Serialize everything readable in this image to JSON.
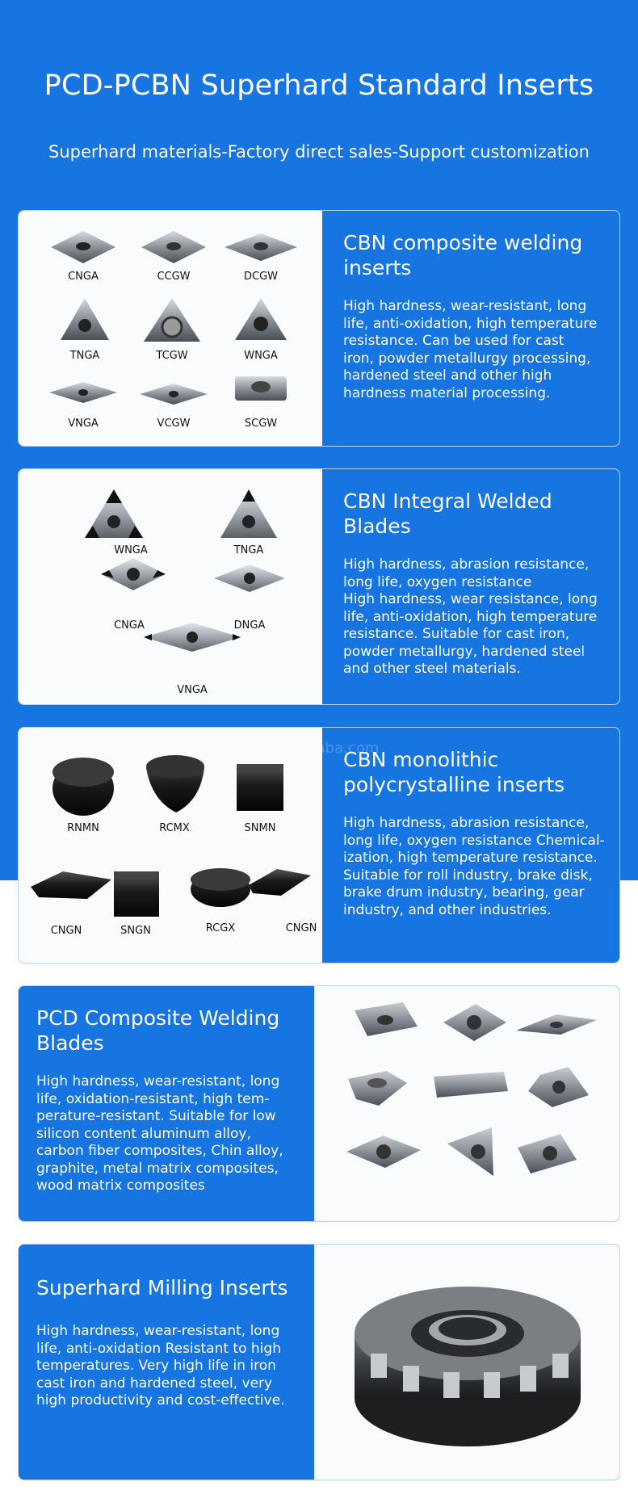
{
  "header": {
    "title": "PCD-PCBN Superhard Standard Inserts",
    "subtitle": "Superhard materials-Factory direct sales-Support customization"
  },
  "watermark": "hnlzcy.en.alibaba.com",
  "cards": [
    {
      "title": "CBN composite welding\ninserts",
      "body": "High hardness, wear-resistant, long\nlife, anti-oxidation, high temperature\nresistance. Can be used for cast\niron, powder metallurgy processing,\nhardened steel and other high\nhardness material processing.",
      "labels": [
        "CNGA",
        "CCGW",
        "DCGW",
        "TNGA",
        "TCGW",
        "WNGA",
        "VNGA",
        "VCGW",
        "SCGW"
      ]
    },
    {
      "title": "CBN Integral Welded\nBlades",
      "body": "High hardness, abrasion resistance,\nlong life, oxygen resistance\nHigh hardness, wear resistance, long\nlife, anti-oxidation, high temperature\nresistance. Suitable for cast iron,\npowder metallurgy, hardened steel\nand other steel materials.",
      "labels": [
        "WNGA",
        "TNGA",
        "CNGA",
        "DNGA",
        "VNGA"
      ]
    },
    {
      "title": "CBN monolithic\npolycrystalline inserts",
      "body": "High hardness, abrasion resistance,\nlong life, oxygen resistance Chemical-\nization, high temperature resistance.\nSuitable for roll industry, brake disk,\nbrake drum industry, bearing, gear\nindustry, and other industries.",
      "labels": [
        "RNMN",
        "RCMX",
        "SNMN",
        "CNGN",
        "SNGN",
        "RCGX",
        "CNGN"
      ]
    },
    {
      "title": "PCD Composite Welding\nBlades",
      "body": "High hardness, wear-resistant, long\nlife, oxidation-resistant, high tem-\nperature-resistant. Suitable for low\nsilicon content aluminum alloy,\ncarbon fiber composites, Chin alloy,\ngraphite, metal matrix composites,\nwood matrix composites"
    },
    {
      "title": "Superhard Milling Inserts",
      "body": "High hardness, wear-resistant, long\nlife, anti-oxidation Resistant to high\ntemperatures. Very high life in iron\ncast iron and hardened steel, very\nhigh productivity and cost-effective."
    }
  ],
  "colors": {
    "blue": "#1775e2",
    "panel": "#fafbfd"
  }
}
